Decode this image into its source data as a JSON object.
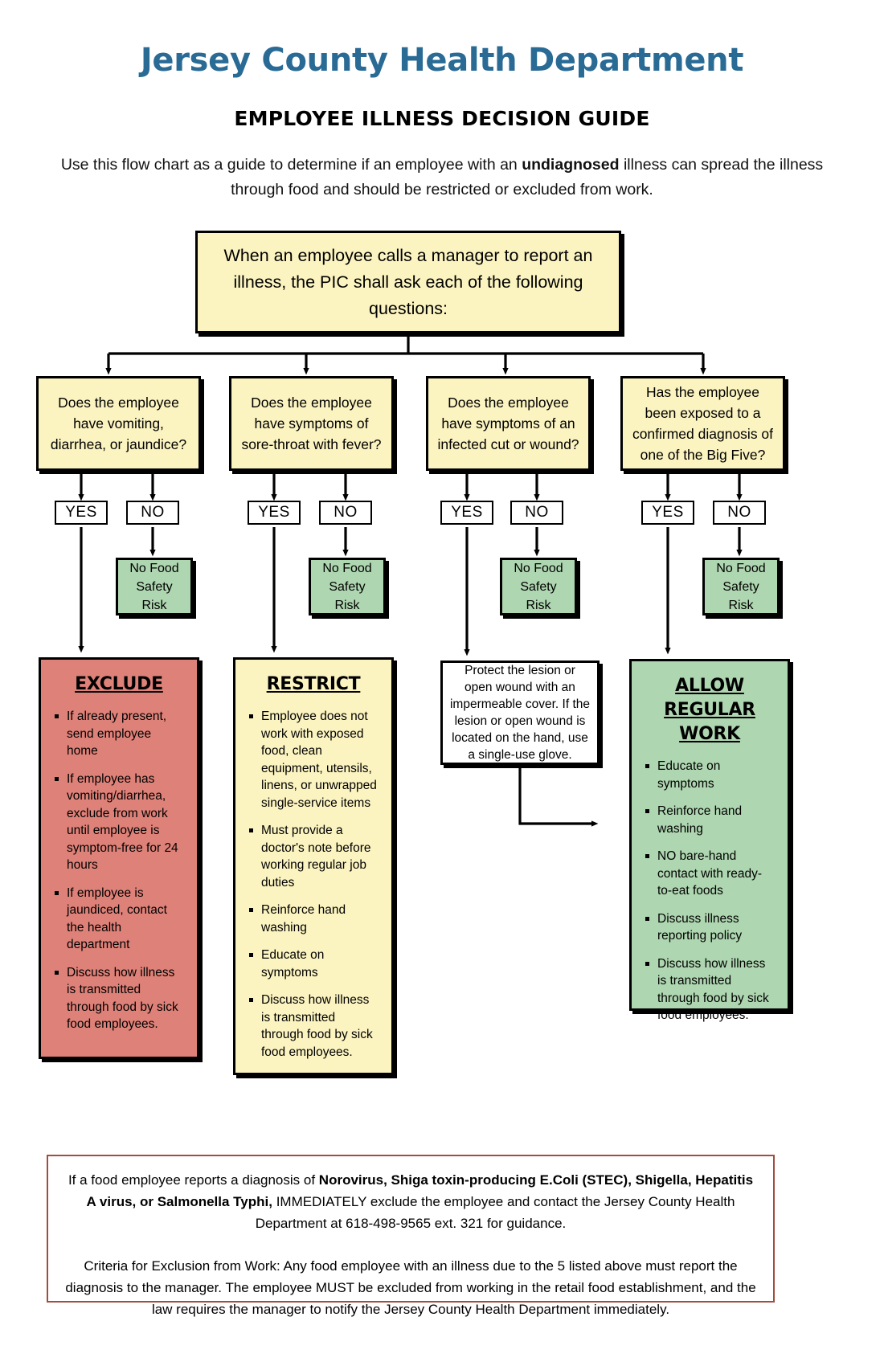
{
  "header": {
    "org_title": "Jersey County Health Department",
    "doc_title": "EMPLOYEE ILLNESS DECISION GUIDE",
    "intro_pre": "Use this flow chart as a guide to determine if an employee with an ",
    "intro_bold": "undiagnosed",
    "intro_post": " illness can spread the illness through food and should be restricted or excluded from work."
  },
  "colors": {
    "brand_blue": "#2a6b96",
    "yellow_box": "#fbf3c0",
    "green_box": "#aed6b0",
    "red_box": "#de8178",
    "footer_border": "#a34c3f",
    "line": "#000000"
  },
  "flow": {
    "root": "When an employee calls a manager to report an illness, the PIC shall ask each of the following questions:",
    "questions": [
      {
        "id": "q1",
        "text": "Does the employee have vomiting, diarrhea, or jaundice?",
        "yes_label": "YES",
        "no_label": "NO",
        "no_outcome": "No Food Safety Risk"
      },
      {
        "id": "q2",
        "text": "Does the employee have symptoms of sore-throat with fever?",
        "yes_label": "YES",
        "no_label": "NO",
        "no_outcome": "No Food Safety Risk"
      },
      {
        "id": "q3",
        "text": "Does the employee have symptoms of an infected cut or wound?",
        "yes_label": "YES",
        "no_label": "NO",
        "no_outcome": "No Food Safety Risk"
      },
      {
        "id": "q4",
        "text": "Has the employee been exposed to a confirmed diagnosis of one of the Big Five?",
        "yes_label": "YES",
        "no_label": "NO",
        "no_outcome": "No Food Safety Risk"
      }
    ],
    "outcomes": {
      "exclude": {
        "heading": "EXCLUDE",
        "items": [
          "If already present, send employee home",
          "If employee has vomiting/diarrhea, exclude from work until employee is symptom-free for 24 hours",
          "If employee is jaundiced, contact the health department",
          "Discuss how illness is transmitted through food by sick food employees."
        ]
      },
      "restrict": {
        "heading": "RESTRICT",
        "items": [
          "Employee does not work with exposed food, clean equipment, utensils, linens, or unwrapped single-service items",
          "Must provide a doctor's note before working regular job duties",
          "Reinforce hand washing",
          "Educate on symptoms",
          "Discuss how illness is transmitted through food by sick food employees."
        ]
      },
      "lesion": {
        "text": "Protect the lesion or open wound with an impermeable cover. If the lesion or open wound is located on the hand, use a single-use glove."
      },
      "allow": {
        "heading_line1": "ALLOW",
        "heading_line2": "REGULAR",
        "heading_line3": "WORK",
        "items": [
          "Educate on symptoms",
          "Reinforce hand washing",
          "NO bare-hand contact with ready-to-eat foods",
          "Discuss illness reporting policy",
          "Discuss how illness is transmitted through food by sick food employees."
        ]
      }
    }
  },
  "footer": {
    "p1_pre": "If a food employee reports a diagnosis of ",
    "p1_bold1": "Norovirus, Shiga toxin-producing E.Coli (STEC), Shigella, Hepatitis A virus, or Salmonella Typhi,",
    "p1_post": " IMMEDIATELY exclude the employee and contact the Jersey County Health Department at 618-498-9565 ext. 321 for guidance.",
    "p2": "Criteria for Exclusion from Work: Any food employee with an illness due to the 5 listed above must report the diagnosis to the manager. The employee MUST be excluded from working in the retail food establishment, and the law requires the manager to notify the Jersey County Health Department immediately."
  }
}
